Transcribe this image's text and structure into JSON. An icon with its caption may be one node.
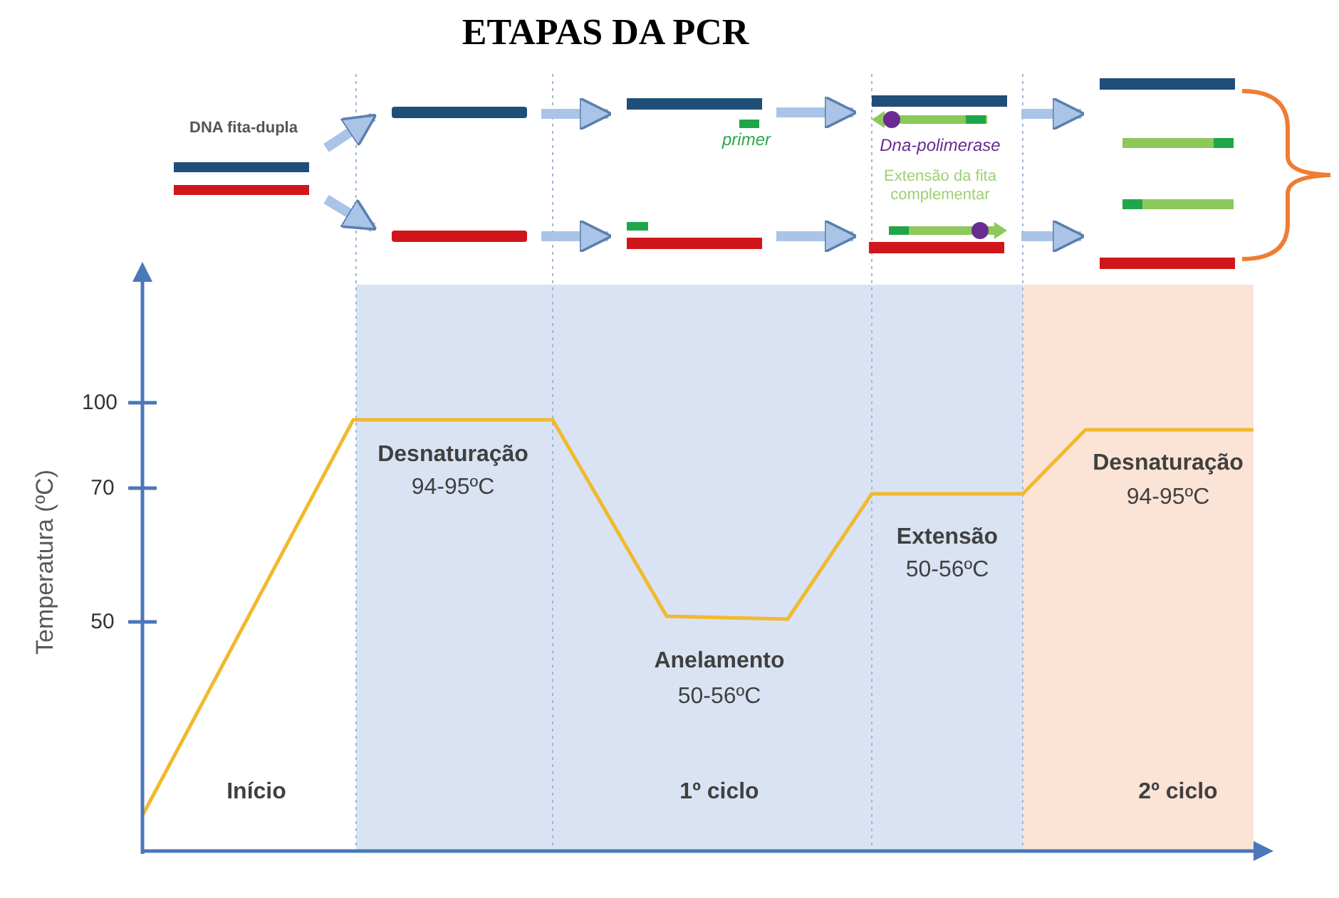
{
  "diagram": {
    "title": "ETAPAS DA PCR",
    "nodes": [
      {
        "text": [
          "DNA fita-dupla"
        ]
      },
      {
        "text": [],
        "shape": "bar"
      },
      {
        "text": [],
        "shape": "bar"
      },
      {
        "text": [
          "primer"
        ]
      },
      {
        "text": [],
        "shape": "picture"
      },
      {
        "text": [
          "Dna-polimerase"
        ]
      },
      {
        "text": [
          "Extensão da fita complementar"
        ]
      },
      {
        "text": [],
        "shape": "picture"
      },
      {
        "text": [],
        "shape": "picture"
      }
    ],
    "edges": [
      {
        "from": 0,
        "to": 1,
        "arrow": "to"
      },
      {
        "from": 0,
        "to": 2,
        "arrow": "to"
      },
      {
        "from": 1,
        "to": 3,
        "arrow": "to"
      },
      {
        "from": 2,
        "to": 4,
        "arrow": "to"
      },
      {
        "from": 3,
        "to": 5,
        "arrow": "to"
      },
      {
        "from": 4,
        "to": 6,
        "arrow": "to"
      },
      {
        "from": 5,
        "to": 7,
        "arrow": "to"
      },
      {
        "from": 6,
        "to": 8,
        "arrow": "to"
      }
    ],
    "labels": [
      "Temperatura (ºC)",
      "100",
      "70",
      "50",
      "Desnaturação",
      "94-95ºC",
      "Desnaturação",
      "94-95ºC",
      "Extensão",
      "50-56ºC",
      "Anelamento",
      "50-56ºC",
      "Início",
      "1º ciclo",
      "2º ciclo"
    ]
  }
}
